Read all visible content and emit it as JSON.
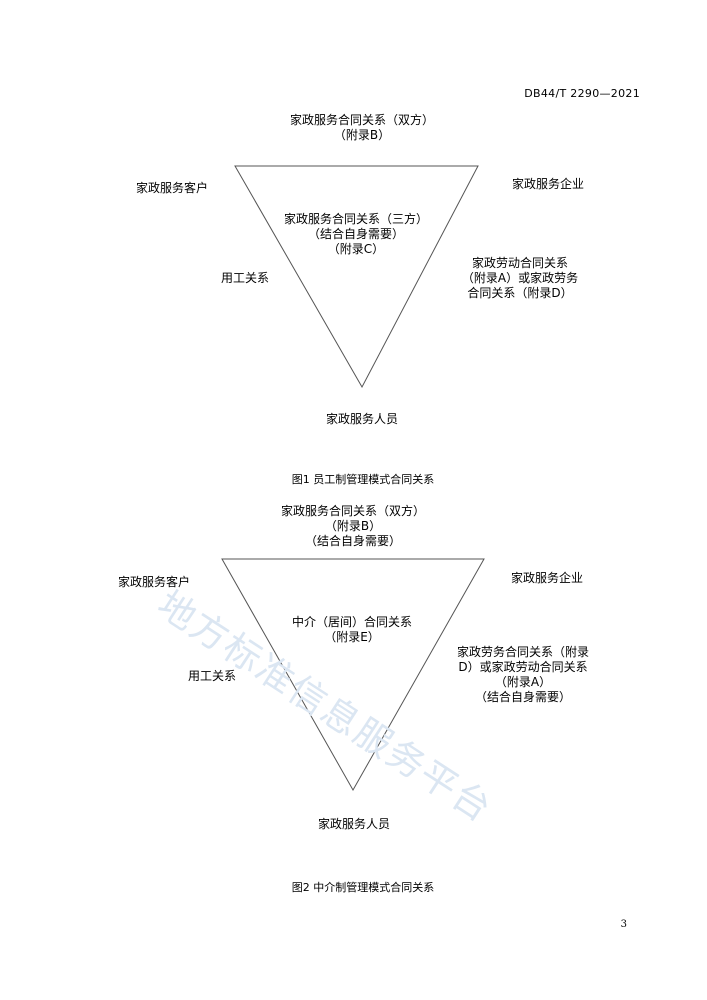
{
  "header": {
    "doc_number": "DB44/T 2290—2021"
  },
  "figure1": {
    "top_labels": [
      "家政服务合同关系（双方）",
      "（附录B）"
    ],
    "left_label": "家政服务客户",
    "right_label": "家政服务企业",
    "center_labels": [
      "家政服务合同关系（三方）",
      "（结合自身需要）",
      "（附录C）"
    ],
    "left_side_label": "用工关系",
    "right_side_labels": [
      "家政劳动合同关系",
      "（附录A）或家政劳务",
      "合同关系（附录D）"
    ],
    "bottom_label": "家政服务人员",
    "caption": "图1  员工制管理模式合同关系"
  },
  "figure2": {
    "top_labels": [
      "家政服务合同关系（双方）",
      "（附录B）",
      "（结合自身需要）"
    ],
    "left_label": "家政服务客户",
    "right_label": "家政服务企业",
    "center_labels": [
      "中介（居间）合同关系",
      "（附录E）"
    ],
    "left_side_label": "用工关系",
    "right_side_labels": [
      "家政劳务合同关系（附录",
      "D）或家政劳动合同关系",
      "（附录A）",
      "（结合自身需要）"
    ],
    "bottom_label": "家政服务人员",
    "caption": "图2  中介制管理模式合同关系"
  },
  "watermark": "地方标准信息服务平台",
  "footer": {
    "page_number": "3"
  }
}
